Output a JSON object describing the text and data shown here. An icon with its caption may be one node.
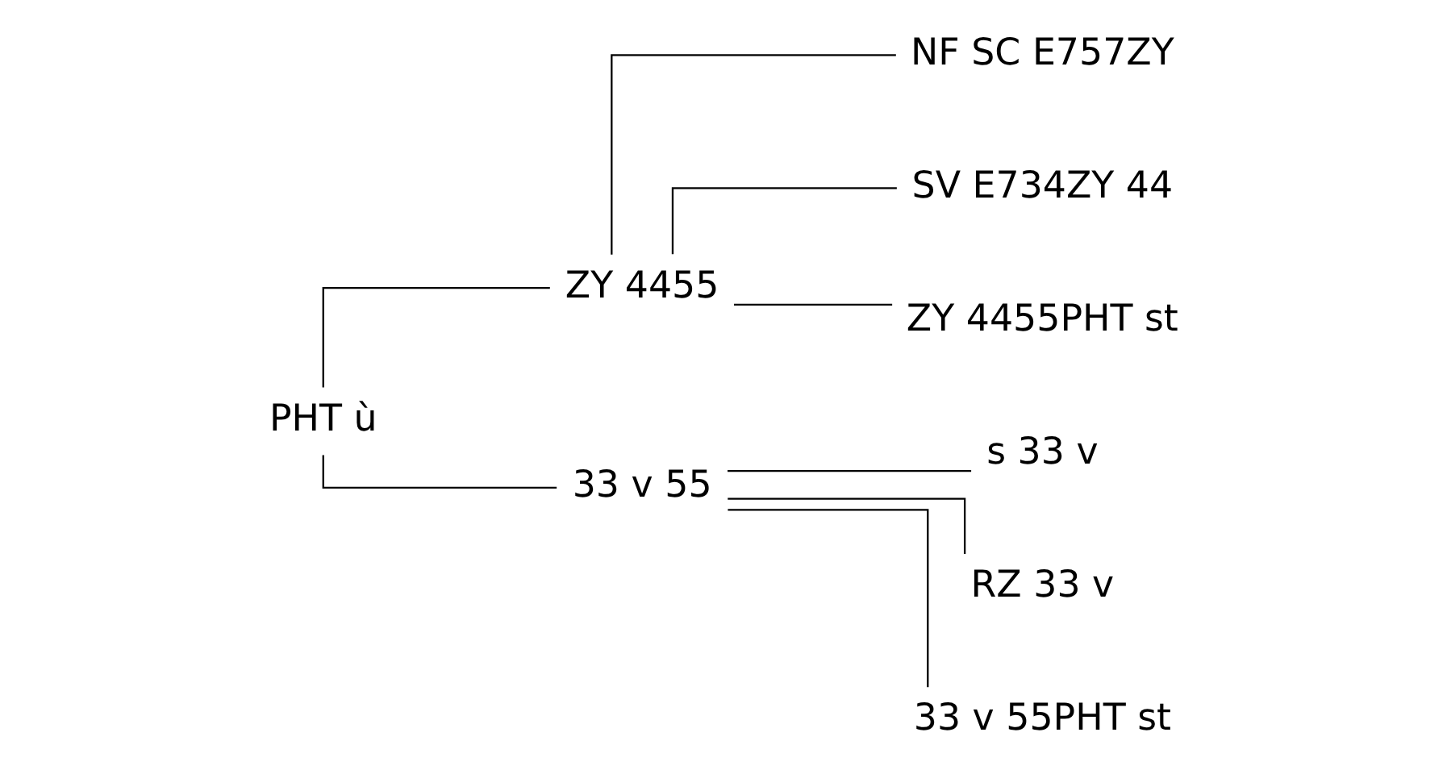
{
  "diagram": {
    "nodes": [
      {
        "text": [
          "PHT ù"
        ]
      },
      {
        "text": [
          "ZY 4455"
        ]
      },
      {
        "text": [
          "33 v 55"
        ]
      },
      {
        "text": [
          "NF SC E757ZY"
        ]
      },
      {
        "text": [
          "SV E734ZY 44"
        ]
      },
      {
        "text": [
          "ZY 4455PHT st"
        ]
      },
      {
        "text": [
          "s 33 v"
        ]
      },
      {
        "text": [
          "RZ 33 v"
        ]
      },
      {
        "text": [
          "33 v 55PHT st"
        ]
      }
    ],
    "edges": [
      {
        "from": 0,
        "to": 1,
        "arrow": "none"
      },
      {
        "from": 0,
        "to": 2,
        "arrow": "none"
      },
      {
        "from": 1,
        "to": 3,
        "arrow": "none"
      },
      {
        "from": 1,
        "to": 4,
        "arrow": "none"
      },
      {
        "from": 1,
        "to": 5,
        "arrow": "none"
      },
      {
        "from": 2,
        "to": 6,
        "arrow": "none"
      },
      {
        "from": 2,
        "to": 7,
        "arrow": "none"
      },
      {
        "from": 2,
        "to": 8,
        "arrow": "none"
      }
    ]
  }
}
